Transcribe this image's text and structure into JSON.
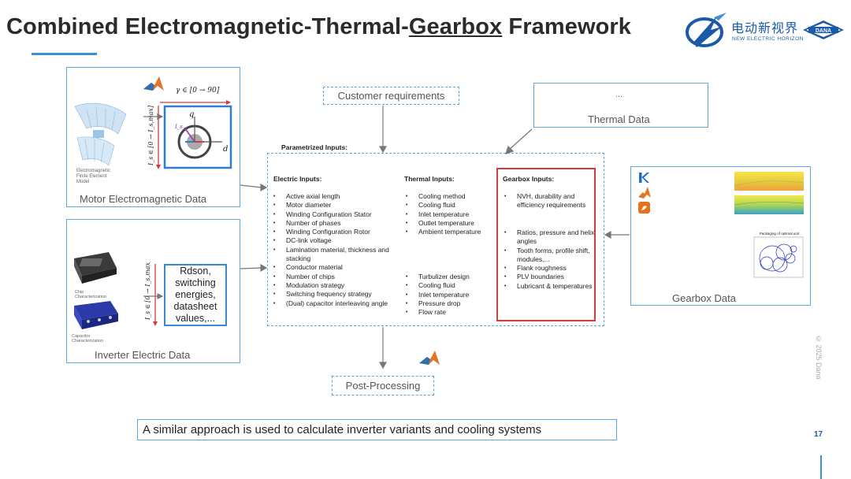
{
  "title": {
    "prefix": "Combined Electromagnetic-Thermal-",
    "underlined": "Gearbox",
    "suffix": " Framework"
  },
  "brand": {
    "cn": "电动新视界",
    "en": "NEW ELECTRIC HORIZON",
    "dana": "DANA"
  },
  "colors": {
    "accent_blue": "#3d8fd6",
    "box_border": "#5aa9de",
    "highlight_red": "#d63a3a",
    "brand_blue": "#1a5aa8"
  },
  "motor": {
    "caption": "Motor Electromagnetic Data",
    "fe_label": [
      "Electromagnetic",
      "Finite Element",
      "Model"
    ],
    "gamma_label": "γ ∈ [0 → 90]",
    "is_label": "I_s ∈ [0 → I_s,max]",
    "axis_q": "q",
    "axis_d": "d",
    "vector_label": "I_s",
    "icon": "matlab-icon"
  },
  "inverter": {
    "caption": "Inverter Electric Data",
    "chip_label": [
      "Chip",
      "Characterization"
    ],
    "cap_label": [
      "Capacitor",
      "Characterization"
    ],
    "is_label": "I_s ∈ [0 → I_s,max]",
    "rdson_text": "Rdson,\nswitching\nenergies,\ndatasheet\nvalues,..."
  },
  "customer_requirements": "Customer requirements",
  "thermal_data": {
    "dots": "...",
    "caption": "Thermal Data"
  },
  "gearbox_data": {
    "caption": "Gearbox Data",
    "plot_title": "Packaging of optimal unit",
    "icons": [
      "k-icon",
      "matlab-icon",
      "app-icon"
    ]
  },
  "parametrized": {
    "title": "Parametrized Inputs:",
    "electric": {
      "title": "Electric Inputs:",
      "items": [
        "Active axial length",
        "Motor diameter",
        "Winding Configuration Stator",
        "Number of phases",
        "Winding Configuration Rotor",
        "DC-link voltage",
        "Lamination material, thickness and stacking",
        "Conductor material",
        "Number of chips",
        "Modulation strategy",
        "Switching frequency strategy",
        "(Dual) capacitor interleaving angle"
      ]
    },
    "thermal": {
      "title": "Thermal Inputs:",
      "items_a": [
        "Cooling method",
        "Cooling fluid",
        "Inlet temperature",
        "Outlet temperature",
        "Ambient temperature"
      ],
      "items_b": [
        "Turbulizer design",
        "Cooling fluid",
        "Inlet temperature",
        "Pressure drop",
        "Flow rate"
      ]
    },
    "gearbox": {
      "title": "Gearbox Inputs:",
      "items_a": [
        "NVH, durability and efficiency requirements"
      ],
      "items_b": [
        "Ratios, pressure and helix angles",
        "Tooth forms, profile shift, modules,...",
        "Flank roughness",
        "PLV boundaries",
        "Lubricant & temperatures"
      ]
    }
  },
  "post_processing": "Post-Processing",
  "note": "A similar approach is used to calculate inverter variants and cooling systems",
  "page_number": "17",
  "copyright": "© 2025 Dana"
}
